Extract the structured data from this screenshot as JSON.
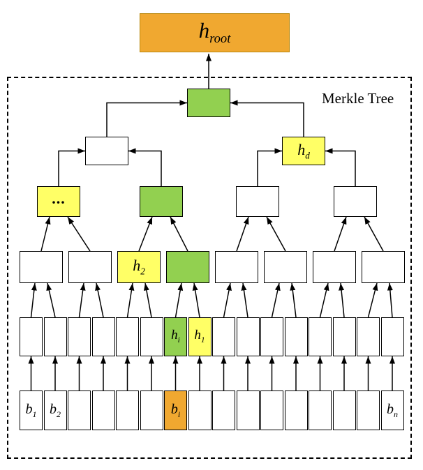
{
  "frame_label": "Merkle Tree",
  "nodes": {
    "hroot": {
      "base": "h",
      "sub": "root"
    },
    "hd": {
      "base": "h",
      "sub": "d"
    },
    "ellipsis": "...",
    "h2": {
      "base": "h",
      "sub": "2"
    },
    "hi": {
      "base": "h",
      "sub": "i"
    },
    "h1": {
      "base": "h",
      "sub": "1"
    },
    "b1": {
      "base": "b",
      "sub": "1"
    },
    "b2": {
      "base": "b",
      "sub": "2"
    },
    "bi": {
      "base": "b",
      "sub": "i"
    },
    "bn": {
      "base": "b",
      "sub": "n"
    }
  },
  "colors": {
    "orange": "#F0A830",
    "orange_border": "#B8860B",
    "green": "#92D050",
    "yellow": "#FFFF66",
    "box_border": "#000000",
    "frame_border": "#000000",
    "line": "#000000"
  }
}
